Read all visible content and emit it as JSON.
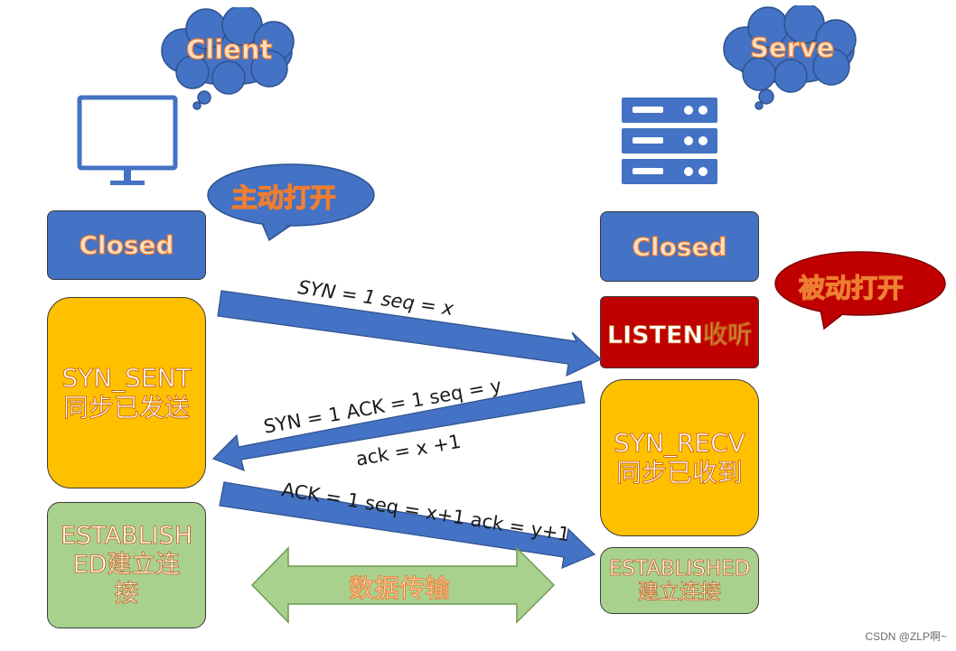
{
  "client": {
    "label": "Client"
  },
  "server": {
    "label": "Serve"
  },
  "client_states": {
    "closed": "Closed",
    "syn_sent": {
      "line1": "SYN_SENT",
      "line2": "同步已发送"
    },
    "established": {
      "line1": "ESTABLISH",
      "line2": "ED建立连",
      "line3": "接"
    }
  },
  "server_states": {
    "closed": "Closed",
    "listen": "LISTEN收听",
    "syn_recv": {
      "line1": "SYN_RECV",
      "line2": "同步已收到"
    },
    "established": {
      "line1": "ESTABLISHED",
      "line2": "建立连接"
    }
  },
  "callouts": {
    "active_open": "主动打开",
    "passive_open": "被动打开"
  },
  "messages": {
    "m1": "SYN = 1  seq = x",
    "m2_line1": "SYN = 1 ACK = 1 seq = y",
    "m2_line2": "ack = x +1",
    "m3": "ACK = 1 seq = x+1 ack = y+1"
  },
  "data_transfer": "数据传输",
  "watermark": "CSDN @ZLP啊~",
  "colors": {
    "blue": "#4472c4",
    "red": "#c00000",
    "gold": "#ffc000",
    "green": "#a9d18e",
    "orange_text": "#ed7d31"
  }
}
